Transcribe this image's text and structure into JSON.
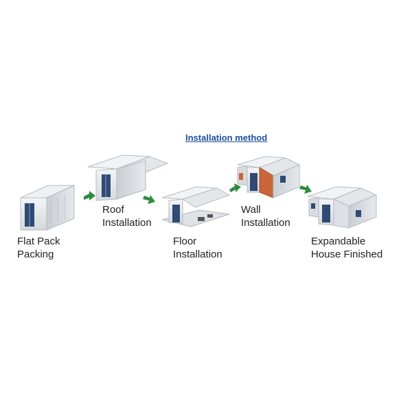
{
  "title": "Installation method",
  "steps": [
    {
      "line1": "Flat Pack",
      "line2": "Packing"
    },
    {
      "line1": "Roof",
      "line2": "Installation"
    },
    {
      "line1": "Floor",
      "line2": "Installation"
    },
    {
      "line1": "Wall",
      "line2": "Installation"
    },
    {
      "line1": "Expandable",
      "line2": "House Finished"
    }
  ],
  "colors": {
    "title": "#1f4e9c",
    "arrow": "#2e8b3e",
    "panel": "#e9ecef",
    "window": "#2f4a73"
  },
  "icons": [
    "container-flat-pack-icon",
    "roof-installation-icon",
    "floor-installation-icon",
    "wall-installation-icon",
    "expandable-house-icon",
    "arrow-right-icon"
  ]
}
